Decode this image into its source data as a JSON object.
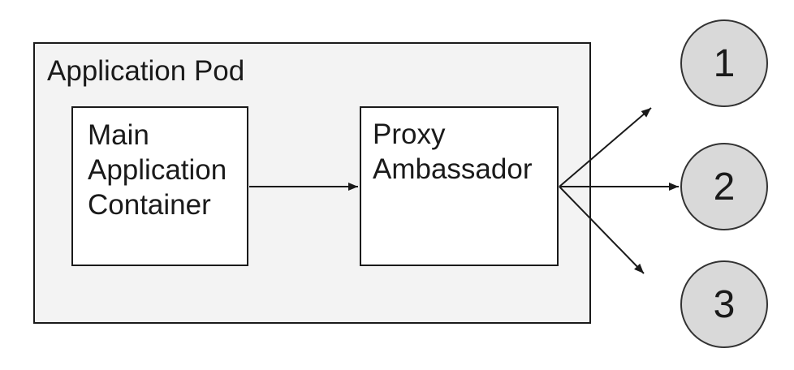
{
  "diagram": {
    "type": "architecture-diagram",
    "pod": {
      "label": "Application Pod"
    },
    "nodes": {
      "main_container": {
        "label": "Main Application Container"
      },
      "proxy_ambassador": {
        "label": "Proxy Ambassador"
      },
      "endpoint_1": {
        "label": "1"
      },
      "endpoint_2": {
        "label": "2"
      },
      "endpoint_3": {
        "label": "3"
      }
    },
    "edges": [
      {
        "from": "main_container",
        "to": "proxy_ambassador"
      },
      {
        "from": "proxy_ambassador",
        "to": "endpoint_1"
      },
      {
        "from": "proxy_ambassador",
        "to": "endpoint_2"
      },
      {
        "from": "proxy_ambassador",
        "to": "endpoint_3"
      }
    ],
    "colors": {
      "background": "#ffffff",
      "pod_fill": "#f3f3f3",
      "node_fill": "#ffffff",
      "endpoint_fill": "#d9d9d9",
      "stroke": "#1a1a1a"
    }
  }
}
